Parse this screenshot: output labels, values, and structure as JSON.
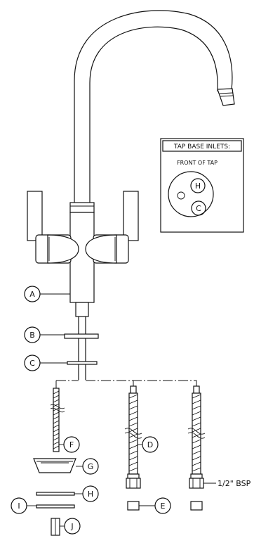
{
  "diagram": {
    "callouts": [
      {
        "id": "A",
        "label": "A"
      },
      {
        "id": "B",
        "label": "B"
      },
      {
        "id": "C",
        "label": "C"
      },
      {
        "id": "D",
        "label": "D"
      },
      {
        "id": "E",
        "label": "E"
      },
      {
        "id": "F",
        "label": "F"
      },
      {
        "id": "G",
        "label": "G"
      },
      {
        "id": "H",
        "label": "H"
      },
      {
        "id": "I",
        "label": "I"
      },
      {
        "id": "J",
        "label": "J"
      }
    ],
    "inset": {
      "title": "TAP BASE INLETS:",
      "subtitle": "FRONT OF TAP",
      "hot_label": "H",
      "cold_label": "C"
    },
    "bsp_label": "1/2\" BSP"
  }
}
